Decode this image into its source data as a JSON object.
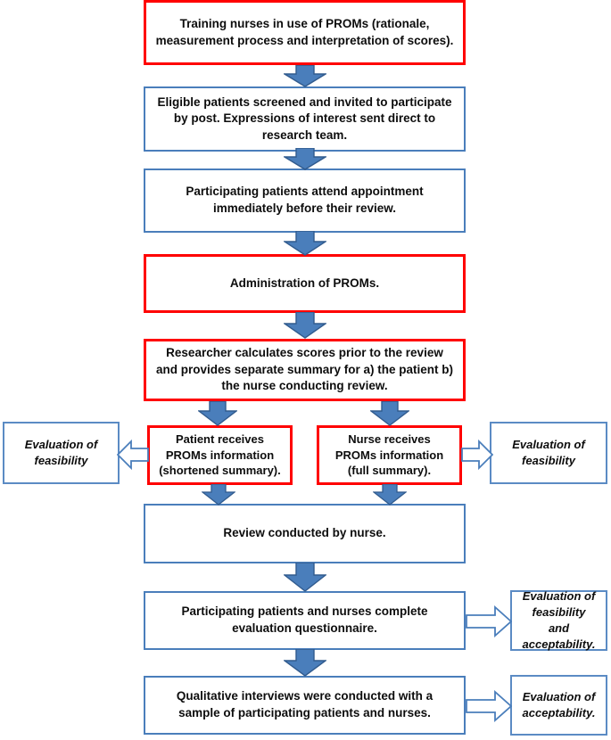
{
  "diagram": {
    "title": "Study process flow diagram for PROMs feasibility evaluation",
    "colors": {
      "highlight_border": "#FF0000",
      "standard_border": "#4A7EBB",
      "arrow_fill": "#4A7EBB",
      "arrow_outline": "#315B8E",
      "hollow_arrow_outline": "#4A7EBB",
      "background": "#FFFFFF",
      "text": "#0D0D0D"
    },
    "nodes": [
      {
        "id": "training",
        "text": "Training nurses in use of PROMs (rationale, measurement process and interpretation of scores).",
        "border": "red",
        "column": "main"
      },
      {
        "id": "screening",
        "text": "Eligible patients screened and invited to participate by post. Expressions of interest sent direct to research team.",
        "border": "blue",
        "column": "main"
      },
      {
        "id": "appointment",
        "text": "Participating patients attend appointment immediately before their review.",
        "border": "blue",
        "column": "main"
      },
      {
        "id": "administration",
        "text": "Administration of PROMs.",
        "border": "red",
        "column": "main"
      },
      {
        "id": "researcher-scores",
        "text": "Researcher calculates scores prior to the review and provides separate summary for a) the patient b) the nurse conducting review.",
        "border": "red",
        "column": "main"
      },
      {
        "id": "patient-receives",
        "text": "Patient receives PROMs information (shortened summary).",
        "border": "red",
        "column": "branch-left"
      },
      {
        "id": "nurse-receives",
        "text": "Nurse receives PROMs information (full summary).",
        "border": "red",
        "column": "branch-right"
      },
      {
        "id": "review",
        "text": "Review conducted by nurse.",
        "border": "blue",
        "column": "main"
      },
      {
        "id": "questionnaire",
        "text": "Participating patients and nurses complete evaluation questionnaire.",
        "border": "blue",
        "column": "main"
      },
      {
        "id": "interviews",
        "text": "Qualitative interviews were conducted with a sample of participating patients and nurses.",
        "border": "blue",
        "column": "main"
      }
    ],
    "evaluations": [
      {
        "id": "eval-feasibility-left",
        "text": "Evaluation of feasibility",
        "side": "left",
        "source": "patient-receives"
      },
      {
        "id": "eval-feasibility-right",
        "text": "Evaluation of feasibility",
        "side": "right",
        "source": "nurse-receives"
      },
      {
        "id": "eval-feasibility-acceptability",
        "text": "Evaluation of feasibility and acceptability.",
        "side": "right",
        "source": "questionnaire"
      },
      {
        "id": "eval-acceptability",
        "text": "Evaluation of acceptability.",
        "side": "right",
        "source": "interviews"
      }
    ],
    "connectors": [
      {
        "id": "c1",
        "from": "training",
        "to": "screening",
        "style": "solid-down"
      },
      {
        "id": "c2",
        "from": "screening",
        "to": "appointment",
        "style": "solid-down"
      },
      {
        "id": "c3",
        "from": "appointment",
        "to": "administration",
        "style": "solid-down"
      },
      {
        "id": "c4",
        "from": "administration",
        "to": "researcher-scores",
        "style": "solid-down"
      },
      {
        "id": "c5",
        "from": "researcher-scores",
        "to": "patient-receives",
        "style": "solid-down"
      },
      {
        "id": "c6",
        "from": "researcher-scores",
        "to": "nurse-receives",
        "style": "solid-down"
      },
      {
        "id": "c7",
        "from": "patient-receives",
        "to": "review",
        "style": "solid-down"
      },
      {
        "id": "c8",
        "from": "nurse-receives",
        "to": "review",
        "style": "solid-down"
      },
      {
        "id": "c9",
        "from": "review",
        "to": "questionnaire",
        "style": "solid-down"
      },
      {
        "id": "c10",
        "from": "questionnaire",
        "to": "interviews",
        "style": "solid-down"
      },
      {
        "id": "c11",
        "from": "patient-receives",
        "to": "eval-feasibility-left",
        "style": "hollow-left"
      },
      {
        "id": "c12",
        "from": "nurse-receives",
        "to": "eval-feasibility-right",
        "style": "hollow-right"
      },
      {
        "id": "c13",
        "from": "questionnaire",
        "to": "eval-feasibility-acceptability",
        "style": "hollow-right"
      },
      {
        "id": "c14",
        "from": "interviews",
        "to": "eval-acceptability",
        "style": "hollow-right"
      }
    ]
  }
}
